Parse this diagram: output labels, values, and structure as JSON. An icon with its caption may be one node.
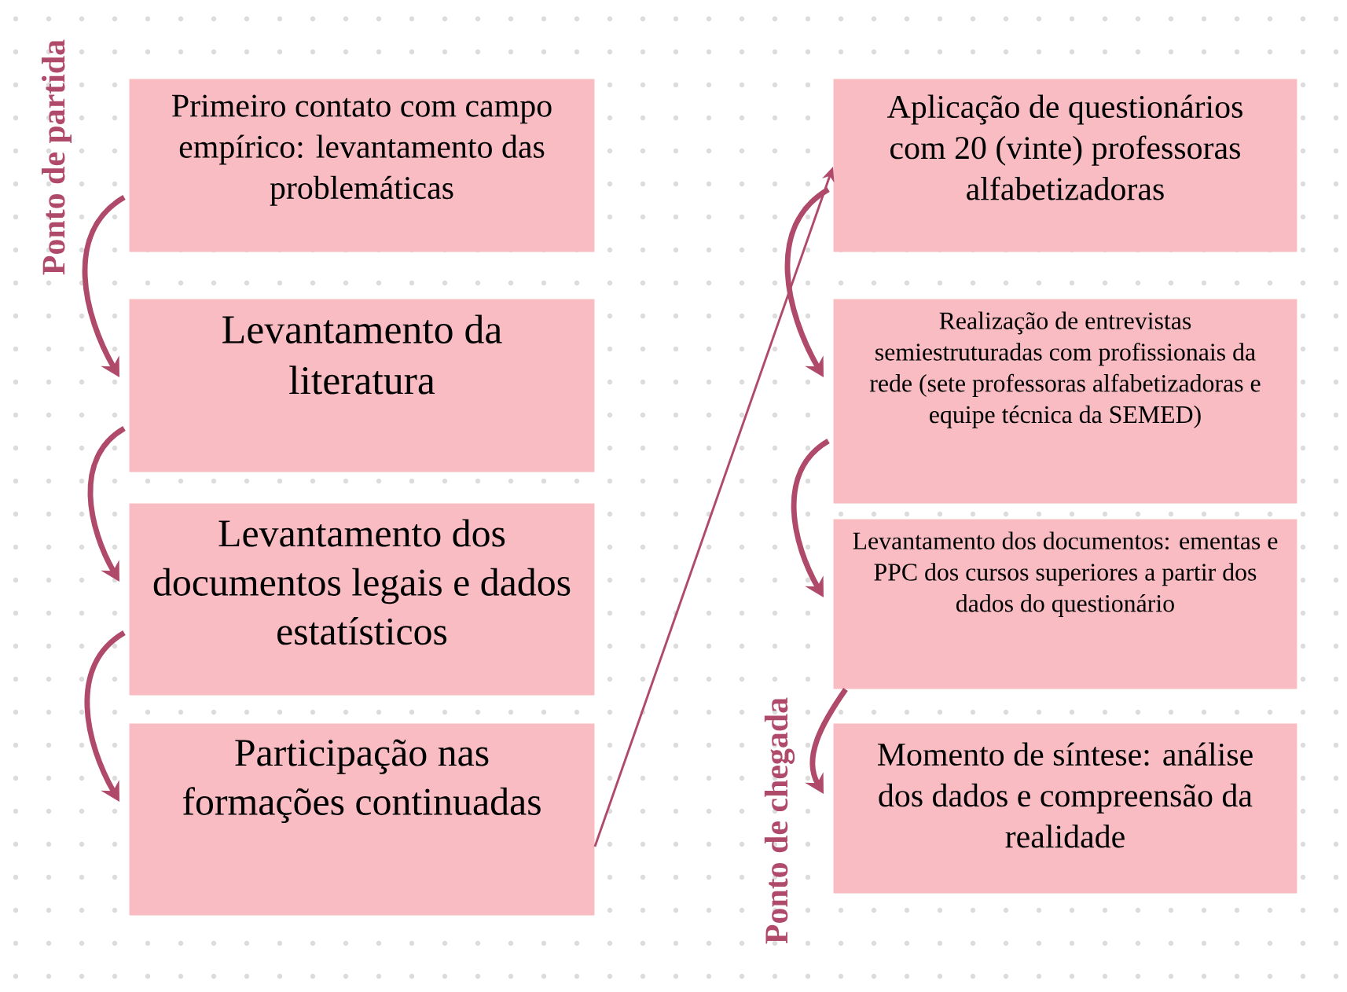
{
  "diagram": {
    "nodes": [
      {
        "text": [
          "Primeiro contato com campo empírico: levantamento das problemáticas"
        ]
      },
      {
        "text": [
          "Levantamento da literatura"
        ]
      },
      {
        "text": [
          "Levantamento dos documentos legais e dados estatísticos"
        ]
      },
      {
        "text": [
          "Participação nas formações continuadas"
        ]
      },
      {
        "text": [
          "Aplicação de questionários com 20 (vinte) professoras alfabetizadoras"
        ]
      },
      {
        "text": [
          "Realização de entrevistas semiestruturadas com profissionais da rede (sete professoras alfabetizadoras e equipe técnica da SEMED)"
        ]
      },
      {
        "text": [
          "Levantamento dos documentos: ementas e PPC dos cursos superiores a partir dos dados do questionário"
        ]
      },
      {
        "text": [
          "Momento de síntese: análise dos dados e compreensão da realidade"
        ]
      }
    ],
    "edges": [
      {
        "from": 0,
        "to": 1,
        "arrow": "to"
      },
      {
        "from": 1,
        "to": 2,
        "arrow": "to"
      },
      {
        "from": 2,
        "to": 3,
        "arrow": "to"
      },
      {
        "from": 3,
        "to": 4,
        "arrow": "to"
      },
      {
        "from": 4,
        "to": 5,
        "arrow": "to"
      },
      {
        "from": 5,
        "to": 6,
        "arrow": "to"
      },
      {
        "from": 6,
        "to": 7,
        "arrow": "to"
      }
    ],
    "labels": [
      "Ponto de partida",
      "Ponto de chegada"
    ]
  }
}
